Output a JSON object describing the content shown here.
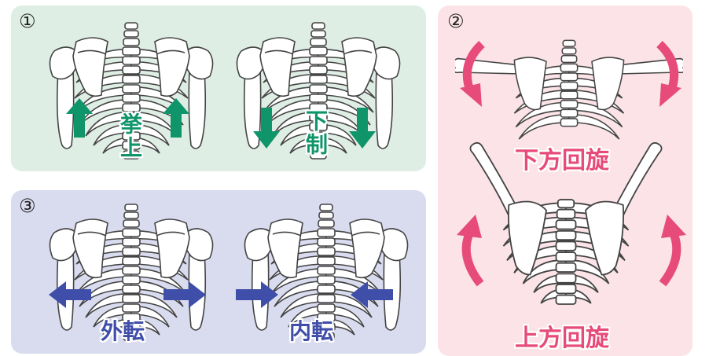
{
  "panels": {
    "elevation_depression": {
      "number": "①",
      "left_label": "挙上",
      "right_label": "下制",
      "colors": {
        "background": "#deeee4",
        "accent": "#10956a"
      }
    },
    "rotation": {
      "number": "②",
      "top_label": "下方回旋",
      "bottom_label": "上方回旋",
      "colors": {
        "background": "#fbe3e7",
        "accent": "#e74b7a"
      }
    },
    "abduction_adduction": {
      "number": "③",
      "left_label": "外転",
      "right_label": "内転",
      "colors": {
        "background": "#d9dbef",
        "accent": "#3f4ea8"
      }
    }
  },
  "icons": [
    "skeleton-back-icon",
    "arrow-up-icon",
    "arrow-down-icon",
    "arrow-left-icon",
    "arrow-right-icon",
    "curved-arrow-icon"
  ]
}
